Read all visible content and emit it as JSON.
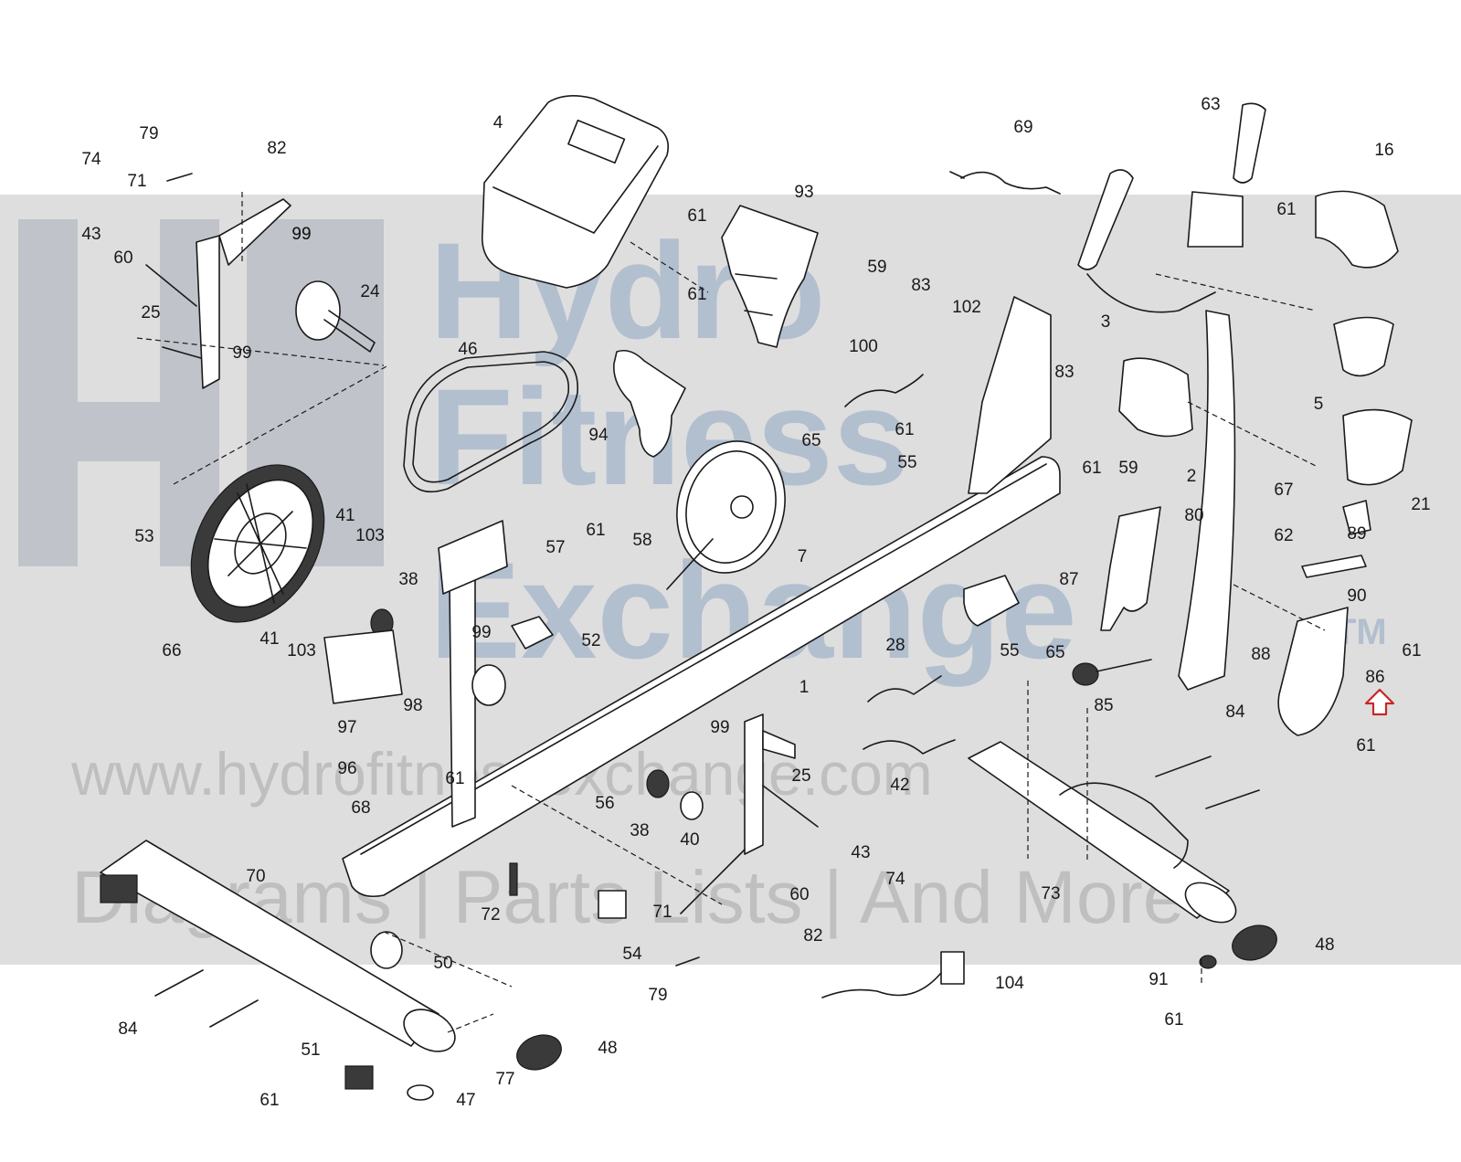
{
  "watermark": {
    "line1": "Hydro",
    "line2": "Fitness",
    "line3": "Exchange",
    "tm": "TM",
    "url": "www.hydrofitnessexchange.com",
    "tagline": "Diagrams | Parts Lists | And More"
  },
  "parts": [
    "79",
    "74",
    "82",
    "71",
    "43",
    "60",
    "99",
    "99",
    "25",
    "24",
    "99",
    "4",
    "61",
    "61",
    "93",
    "46",
    "94",
    "69",
    "63",
    "16",
    "61",
    "3",
    "5",
    "21",
    "59",
    "83",
    "102",
    "100",
    "83",
    "61",
    "59",
    "65",
    "55",
    "61",
    "7",
    "53",
    "41",
    "103",
    "66",
    "38",
    "41",
    "103",
    "61",
    "57",
    "58",
    "52",
    "99",
    "98",
    "97",
    "96",
    "68",
    "61",
    "1",
    "28",
    "42",
    "2",
    "80",
    "87",
    "85",
    "55",
    "65",
    "67",
    "62",
    "89",
    "90",
    "88",
    "61",
    "86",
    "61",
    "84",
    "25",
    "99",
    "38",
    "40",
    "56",
    "43",
    "74",
    "60",
    "82",
    "71",
    "79",
    "72",
    "54",
    "70",
    "50",
    "84",
    "51",
    "61",
    "47",
    "77",
    "48",
    "73",
    "104",
    "91",
    "61",
    "48"
  ],
  "colors": {
    "watermark_band": "#dedede",
    "watermark_text": "#7f9bbd",
    "indicator": "#c62828"
  }
}
